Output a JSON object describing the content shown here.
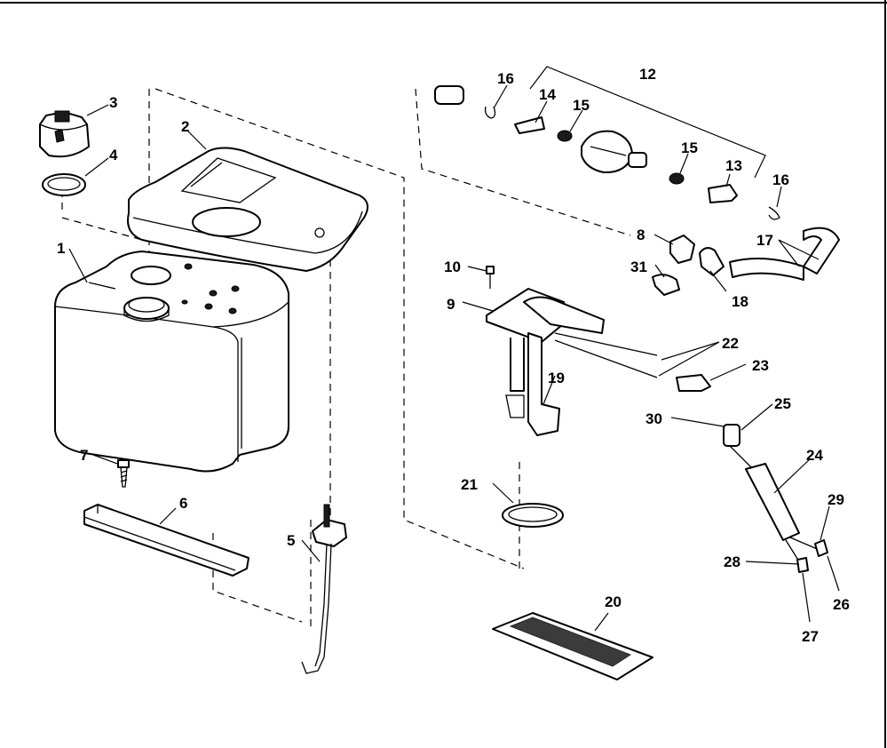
{
  "callouts": {
    "c1": "1",
    "c2": "2",
    "c3": "3",
    "c4": "4",
    "c5": "5",
    "c6": "6",
    "c7": "7",
    "c8": "8",
    "c9": "9",
    "c10": "10",
    "c12": "12",
    "c13": "13",
    "c14": "14",
    "c15a": "15",
    "c15b": "15",
    "c16a": "16",
    "c16b": "16",
    "c17": "17",
    "c18": "18",
    "c19": "19",
    "c20": "20",
    "c21": "21",
    "c22": "22",
    "c23": "23",
    "c24": "24",
    "c25": "25",
    "c26": "26",
    "c27": "27",
    "c28": "28",
    "c29": "29",
    "c30": "30",
    "c31": "31"
  },
  "colors": {
    "line": "#000000",
    "background": "#ffffff"
  }
}
